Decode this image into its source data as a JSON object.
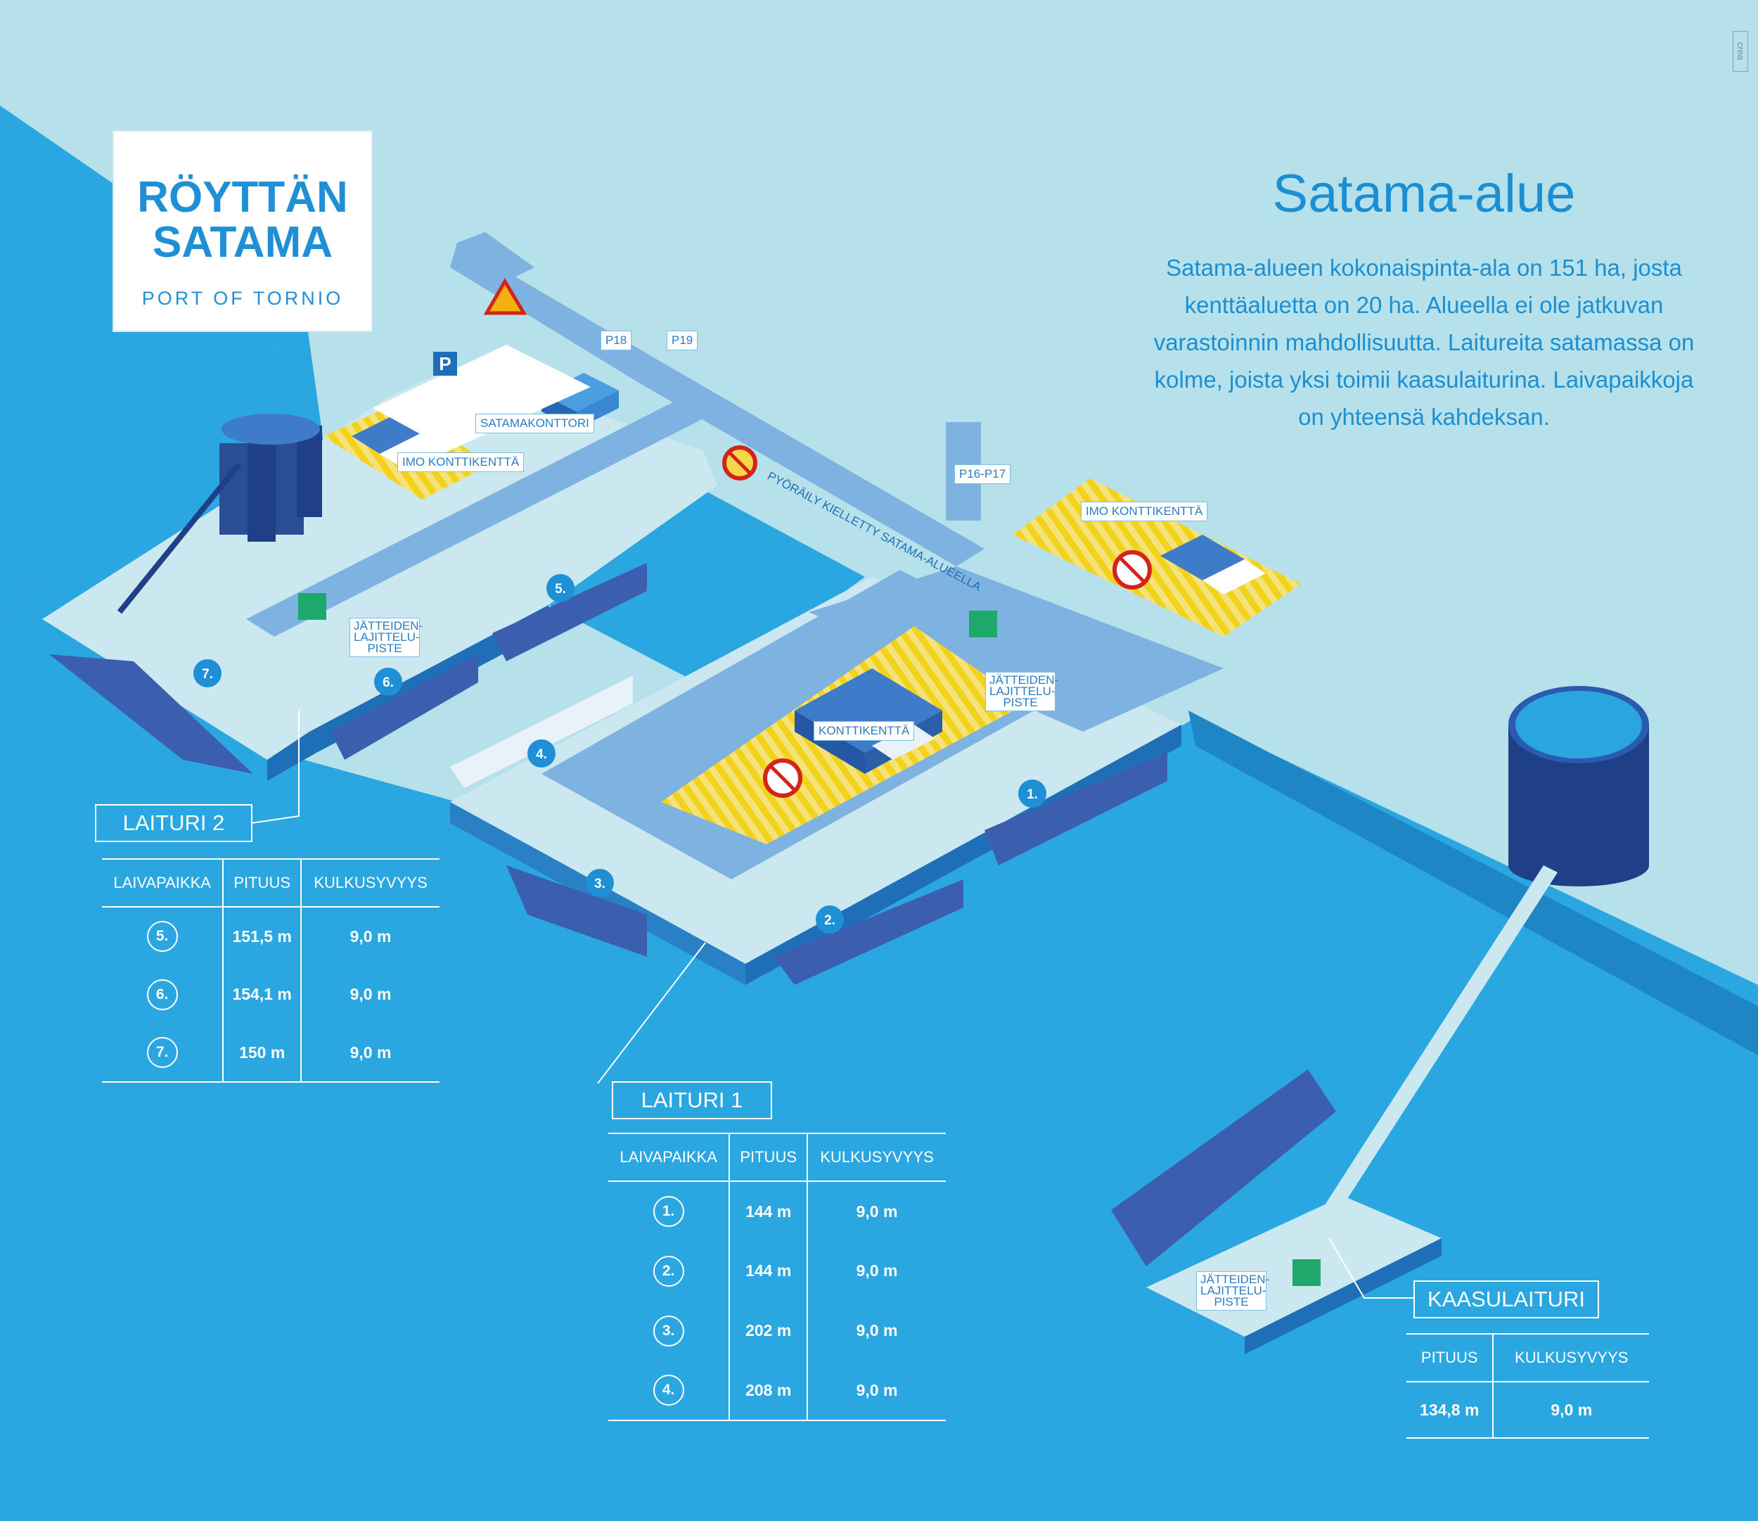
{
  "logo": {
    "title_line1": "RÖYTTÄN",
    "title_line2": "SATAMA",
    "subtitle": "PORT OF TORNIO"
  },
  "heading": "Satama-alue",
  "intro": "Satama-alueen kokonaispinta-ala on 151 ha, josta kenttäaluetta on 20 ha. Alueella ei ole jatkuvan varastoinnin mahdollisuutta. Laitureita satamassa on kolme, joista yksi toimii kaasulaiturina. Laivapaikkoja on yhteensä kahdeksan.",
  "watermark": "crea",
  "map_labels": {
    "satamakonttori": "SATAMAKONTTORI",
    "imo_left": "IMO KONTTIKENTTÄ",
    "imo_right": "IMO KONTTIKENTTÄ",
    "konttikentta": "KONTTIKENTTÄ",
    "p18": "P18",
    "p19": "P19",
    "p16p17": "P16-P17",
    "parking": "P",
    "cycling_ban": "PYÖRÄILY KIELLETTY SATAMA-ALUEELLA",
    "waste_1": "JÄTTEIDEN- LAJITTELU- PISTE",
    "waste_2": "JÄTTEIDEN- LAJITTELU- PISTE",
    "waste_3": "JÄTTEIDEN- LAJITTELU- PISTE"
  },
  "berth_markers": [
    "1.",
    "2.",
    "3.",
    "4.",
    "5.",
    "6.",
    "7."
  ],
  "laituri2": {
    "title": "LAITURI 2",
    "headers": [
      "LAIVAPAIKKA",
      "PITUUS",
      "KULKUSYVYYS"
    ],
    "rows": [
      {
        "berth": "5.",
        "length": "151,5 m",
        "depth": "9,0 m"
      },
      {
        "berth": "6.",
        "length": "154,1 m",
        "depth": "9,0 m"
      },
      {
        "berth": "7.",
        "length": "150 m",
        "depth": "9,0 m"
      }
    ]
  },
  "laituri1": {
    "title": "LAITURI 1",
    "headers": [
      "LAIVAPAIKKA",
      "PITUUS",
      "KULKUSYVYYS"
    ],
    "rows": [
      {
        "berth": "1.",
        "length": "144 m",
        "depth": "9,0 m"
      },
      {
        "berth": "2.",
        "length": "144 m",
        "depth": "9,0 m"
      },
      {
        "berth": "3.",
        "length": "202 m",
        "depth": "9,0 m"
      },
      {
        "berth": "4.",
        "length": "208 m",
        "depth": "9,0 m"
      }
    ]
  },
  "kaasulaituri": {
    "title": "KAASULAITURI",
    "headers": [
      "PITUUS",
      "KULKUSYVYYS"
    ],
    "rows": [
      {
        "length": "134,8 m",
        "depth": "9,0 m"
      }
    ]
  },
  "colors": {
    "sea": "#2aa6e0",
    "land": "#b6e1ea",
    "road": "#7eb2e0",
    "hatch": "#f2d21a",
    "ship": "#3b5fae",
    "text_blue": "#1a8fd4"
  },
  "icons": [
    "recycle-icon",
    "no-pedestrian-icon",
    "no-cycling-icon",
    "warning-cyclist-icon",
    "parking-icon",
    "ship-icon",
    "silo-icon",
    "gas-tank-icon"
  ]
}
